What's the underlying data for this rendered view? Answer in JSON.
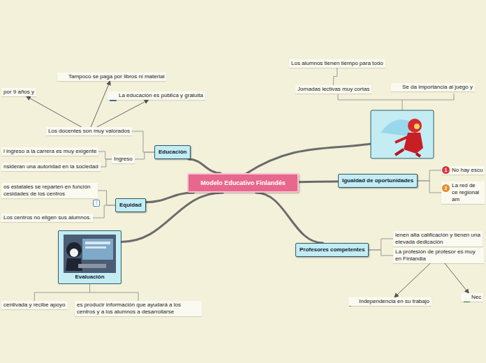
{
  "diagram": {
    "nodes": [
      {
        "text": [
          "Modelo Educativo Finlandés"
        ]
      },
      {
        "text": [
          "Educación"
        ]
      },
      {
        "text": [
          "Los docentes son muy valorados"
        ]
      },
      {
        "text": [
          "Tampoco se paga por libros ni material"
        ]
      },
      {
        "text": [
          "La educación es pública y gratuita"
        ]
      },
      {
        "text": [
          "por 9 años y"
        ]
      },
      {
        "text": [
          "Ingreso"
        ]
      },
      {
        "text": [
          "l ingreso a la carrera es muy exigente"
        ]
      },
      {
        "text": [
          "nsideran una autoridad en la sociedad"
        ]
      },
      {
        "text": [
          "Equidad"
        ]
      },
      {
        "text": [
          "os estatales se reparten en función cesidades de los centros"
        ]
      },
      {
        "text": [
          "Los centros no eligen sus alumnos."
        ]
      },
      {
        "text": [
          "Evaluación"
        ]
      },
      {
        "text": [
          "centivada y recibe apoyo"
        ]
      },
      {
        "text": [
          "es producir información que ayudará a los centros y a los alumnos a desarrollarse"
        ]
      },
      {
        "text": [
          "Jornadas lectivas muy cortas"
        ]
      },
      {
        "text": [
          "Los alumnos tienen tiempo para todo"
        ]
      },
      {
        "text": [
          "Se da importancia al juego y"
        ]
      },
      {
        "text": [
          "Igualdad de oportunidades"
        ]
      },
      {
        "text": [
          "No hay escu"
        ]
      },
      {
        "text": [
          "La red de ce regional am"
        ]
      },
      {
        "text": [
          "Profesores competentes"
        ]
      },
      {
        "text": [
          "ienen alta calificación y tienen una elevada dedicación"
        ]
      },
      {
        "text": [
          "La  profesión de profesor es muy en Finlandia"
        ]
      },
      {
        "text": [
          "Independencia en su trabajo"
        ]
      },
      {
        "text": [
          "Nec"
        ]
      }
    ],
    "edges": [
      {
        "from": 0,
        "to": 1,
        "arrow": "none"
      },
      {
        "from": 0,
        "to": 9,
        "arrow": "none"
      },
      {
        "from": 0,
        "to": 12,
        "arrow": "none"
      },
      {
        "from": 0,
        "to": 18,
        "arrow": "none"
      },
      {
        "from": 0,
        "to": 21,
        "arrow": "none"
      },
      {
        "from": 1,
        "to": 2,
        "arrow": "none"
      },
      {
        "from": 1,
        "to": 6,
        "arrow": "none"
      },
      {
        "from": 2,
        "to": 3,
        "arrow": "to"
      },
      {
        "from": 2,
        "to": 4,
        "arrow": "to"
      },
      {
        "from": 2,
        "to": 5,
        "arrow": "to"
      },
      {
        "from": 6,
        "to": 7,
        "arrow": "none"
      },
      {
        "from": 6,
        "to": 8,
        "arrow": "none"
      },
      {
        "from": 9,
        "to": 10,
        "arrow": "none"
      },
      {
        "from": 9,
        "to": 11,
        "arrow": "none"
      },
      {
        "from": 12,
        "to": 13,
        "arrow": "none"
      },
      {
        "from": 12,
        "to": 14,
        "arrow": "none"
      },
      {
        "from": 15,
        "to": 16,
        "arrow": "none"
      },
      {
        "from": 18,
        "to": 19,
        "arrow": "none"
      },
      {
        "from": 18,
        "to": 20,
        "arrow": "none"
      },
      {
        "from": 21,
        "to": 22,
        "arrow": "none"
      },
      {
        "from": 21,
        "to": 23,
        "arrow": "none"
      },
      {
        "from": 23,
        "to": 24,
        "arrow": "to"
      },
      {
        "from": 23,
        "to": 25,
        "arrow": "to"
      }
    ],
    "labels": [
      "i",
      "1",
      "2"
    ]
  }
}
